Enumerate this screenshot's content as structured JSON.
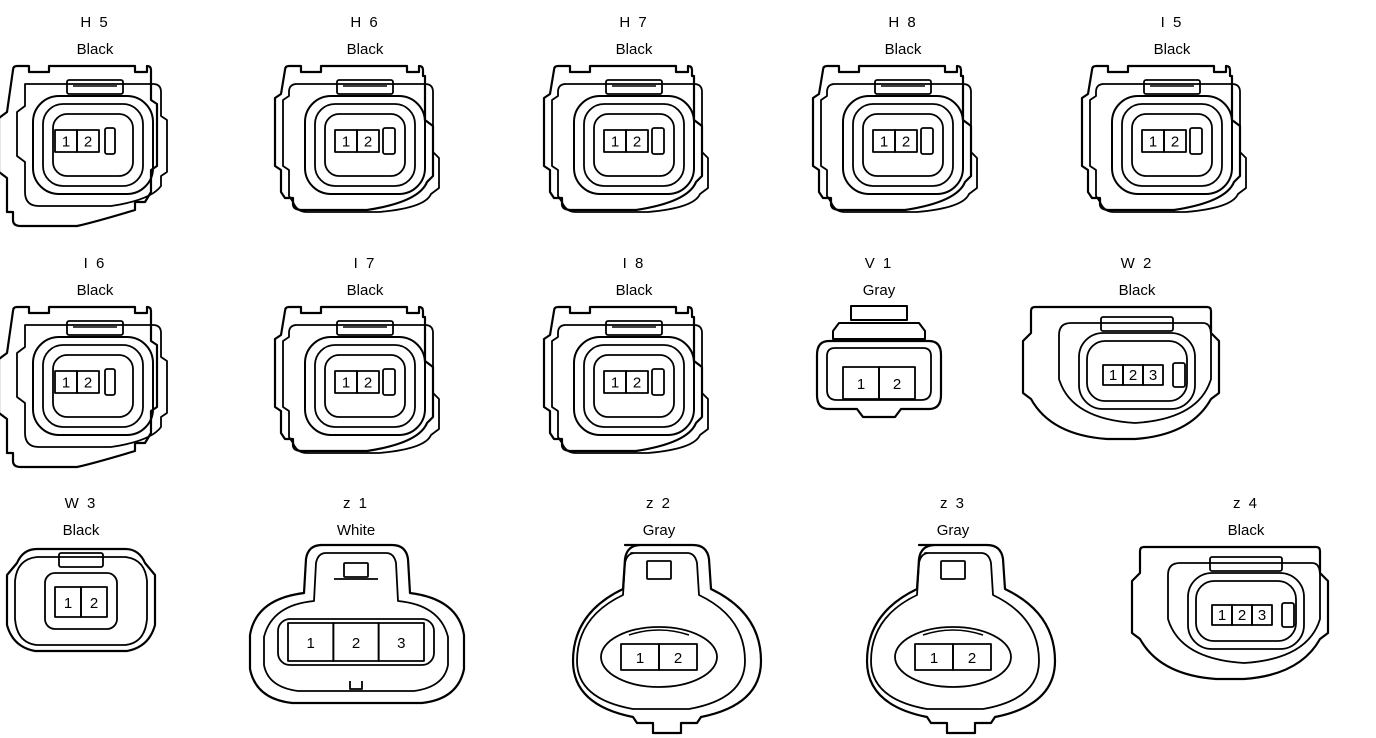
{
  "connectors": [
    {
      "id": "H 5",
      "color": "Black",
      "shape": "sq-left-tab",
      "pins": [
        "1",
        "2"
      ]
    },
    {
      "id": "H 6",
      "color": "Black",
      "shape": "sq-right-tab",
      "pins": [
        "1",
        "2"
      ]
    },
    {
      "id": "H 7",
      "color": "Black",
      "shape": "sq-right-tab",
      "pins": [
        "1",
        "2"
      ]
    },
    {
      "id": "H 8",
      "color": "Black",
      "shape": "sq-right-tab",
      "pins": [
        "1",
        "2"
      ]
    },
    {
      "id": "I 5",
      "color": "Black",
      "shape": "sq-right-tab",
      "pins": [
        "1",
        "2"
      ]
    },
    {
      "id": "I 6",
      "color": "Black",
      "shape": "sq-left-tab",
      "pins": [
        "1",
        "2"
      ]
    },
    {
      "id": "I 7",
      "color": "Black",
      "shape": "sq-right-tab",
      "pins": [
        "1",
        "2"
      ]
    },
    {
      "id": "I 8",
      "color": "Black",
      "shape": "sq-right-tab",
      "pins": [
        "1",
        "2"
      ]
    },
    {
      "id": "V 1",
      "color": "Gray",
      "shape": "small",
      "pins": [
        "1",
        "2"
      ]
    },
    {
      "id": "W 2",
      "color": "Black",
      "shape": "wide3",
      "pins": [
        "1",
        "2",
        "3"
      ]
    },
    {
      "id": "W 3",
      "color": "Black",
      "shape": "tiny",
      "pins": [
        "1",
        "2"
      ]
    },
    {
      "id": "z 1",
      "color": "White",
      "shape": "bell3",
      "pins": [
        "1",
        "2",
        "3"
      ]
    },
    {
      "id": "z 2",
      "color": "Gray",
      "shape": "round2",
      "pins": [
        "1",
        "2"
      ]
    },
    {
      "id": "z 3",
      "color": "Gray",
      "shape": "round2",
      "pins": [
        "1",
        "2"
      ]
    },
    {
      "id": "z 4",
      "color": "Black",
      "shape": "wide3",
      "pins": [
        "1",
        "2",
        "3"
      ]
    }
  ]
}
